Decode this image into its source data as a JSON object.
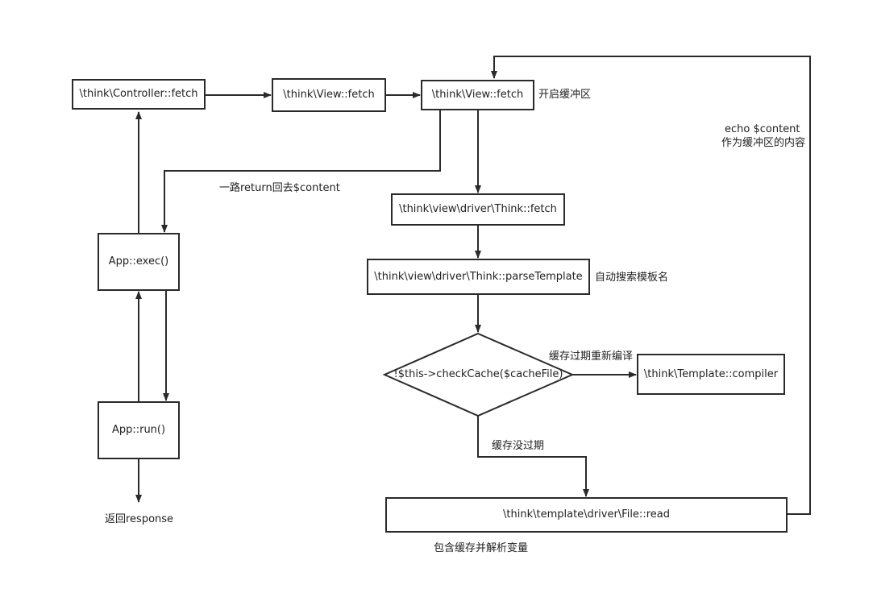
{
  "nodes": {
    "controller_fetch": "\\think\\Controller::fetch",
    "view_fetch_1": "\\think\\View::fetch",
    "view_fetch_2": "\\think\\View::fetch",
    "think_fetch": "\\think\\view\\driver\\Think::fetch",
    "parse_template": "\\think\\view\\driver\\Think::parseTemplate",
    "check_cache": "!$this->checkCache($cacheFile)",
    "compiler": "\\think\\Template::compiler",
    "file_read": "\\think\\template\\driver\\File::read",
    "app_exec": "App::exec()",
    "app_run": "App::run()"
  },
  "labels": {
    "open_buffer": "开启缓冲区",
    "return_content": "一路return回去$content",
    "echo_line1": "echo $content",
    "echo_line2": "作为缓冲区的内容",
    "auto_search": "自动搜索模板名",
    "cache_expired": "缓存过期重新编译",
    "cache_valid": "缓存没过期",
    "return_response": "返回response",
    "include_cache": "包含缓存并解析变量"
  }
}
